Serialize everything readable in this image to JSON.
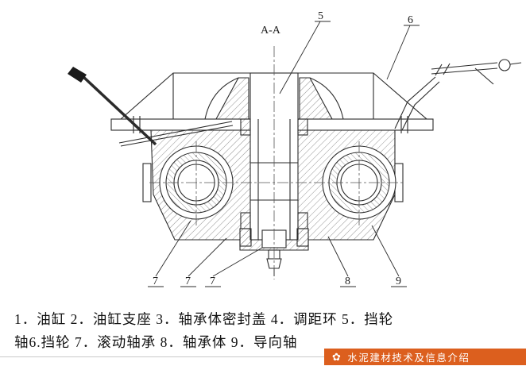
{
  "page": {
    "background": "#ffffff"
  },
  "drawing": {
    "section_label": "A-A",
    "callouts": {
      "c5": "5",
      "c6": "6",
      "c7a": "7",
      "c7b": "7",
      "c7c": "7",
      "c8": "8",
      "c9": "9"
    }
  },
  "caption": {
    "line1": "1．油缸 2．油缸支座 3．轴承体密封盖 4．调距环 5．挡轮",
    "line2": "轴6.挡轮 7．滚动轴承 8．轴承体 9．导向轴"
  },
  "watermark": {
    "logo_glyph": "✿",
    "text": "水泥建材技术及信息介绍",
    "bg_color": "#dc5f1e"
  }
}
